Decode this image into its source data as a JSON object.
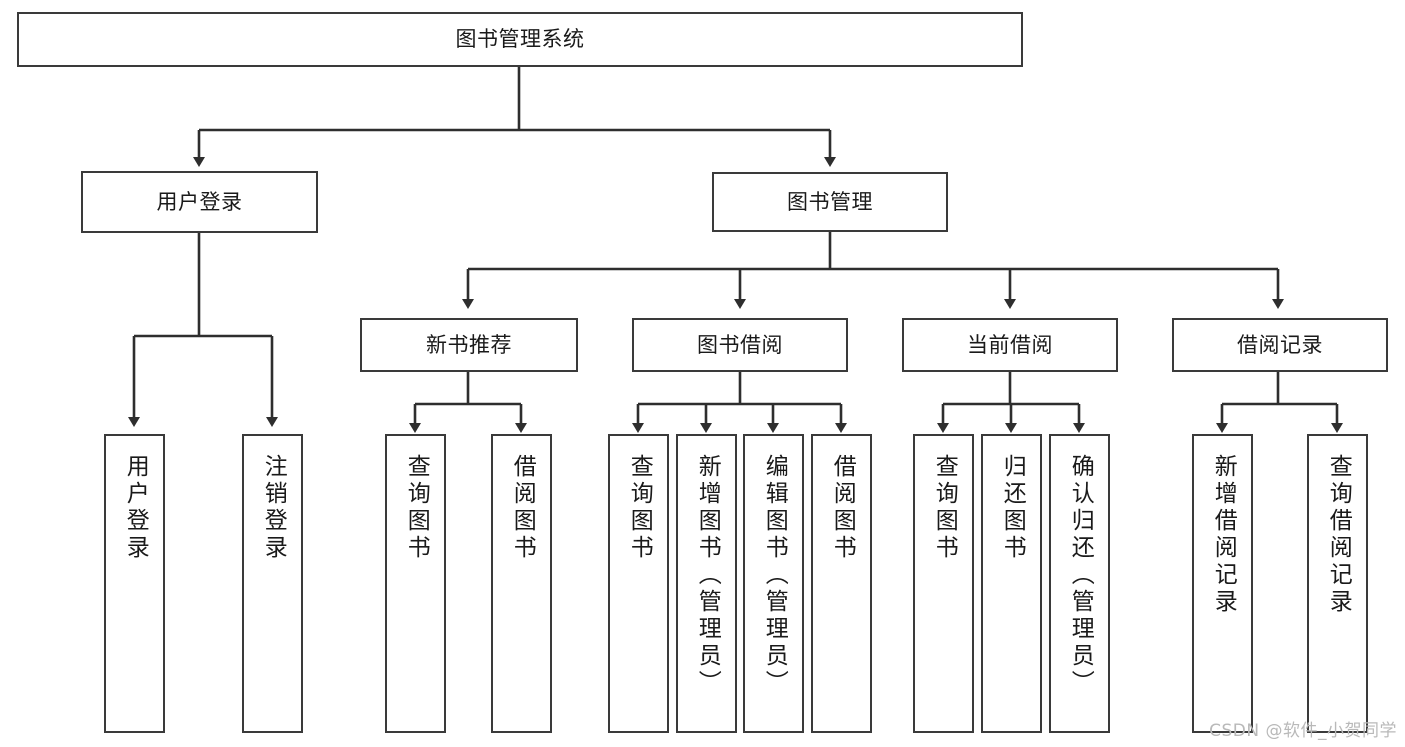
{
  "diagram": {
    "title": "图书管理系统",
    "type": "tree-hierarchy-chart",
    "root": {
      "label": "图书管理系统"
    },
    "level1": [
      {
        "label": "用户登录"
      },
      {
        "label": "图书管理"
      }
    ],
    "level2": [
      {
        "label": "新书推荐"
      },
      {
        "label": "图书借阅"
      },
      {
        "label": "当前借阅"
      },
      {
        "label": "借阅记录"
      }
    ],
    "leaves": {
      "user_login": [
        {
          "label": "用户登录"
        },
        {
          "label": "注销登录"
        }
      ],
      "new_book_recommend": [
        {
          "label": "查询图书"
        },
        {
          "label": "借阅图书"
        }
      ],
      "book_borrow": [
        {
          "label": "查询图书"
        },
        {
          "label": "新增图书（管理员）"
        },
        {
          "label": "编辑图书（管理员）"
        },
        {
          "label": "借阅图书"
        }
      ],
      "current_borrow": [
        {
          "label": "查询图书"
        },
        {
          "label": "归还图书"
        },
        {
          "label": "确认归还（管理员）"
        }
      ],
      "borrow_record": [
        {
          "label": "新增借阅记录"
        },
        {
          "label": "查询借阅记录"
        }
      ]
    }
  },
  "watermark": {
    "text": "CSDN @软件_小贺同学"
  },
  "colors": {
    "stroke": "#3a3a3a",
    "background": "#ffffff",
    "text": "#1a1a1a",
    "watermark": "#b9b9b9"
  }
}
